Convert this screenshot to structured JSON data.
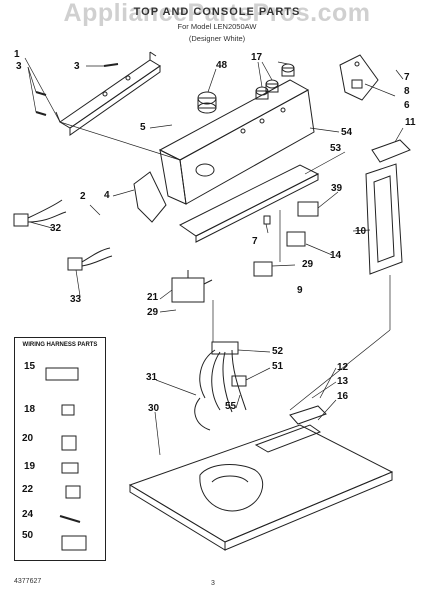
{
  "header": {
    "watermark": "AppliancePartsPros.com",
    "title": "TOP AND CONSOLE PARTS",
    "subtitle_model": "For Model LEN2050AW",
    "subtitle_design": "(Designer White)"
  },
  "harness_box": {
    "title": "WIRING HARNESS PARTS",
    "callouts": [
      "15",
      "18",
      "20",
      "19",
      "22",
      "24",
      "50"
    ]
  },
  "callouts": [
    "1",
    "3",
    "3",
    "48",
    "17",
    "7",
    "8",
    "6",
    "5",
    "54",
    "11",
    "53",
    "4",
    "39",
    "2",
    "32",
    "14",
    "10",
    "7",
    "29",
    "9",
    "33",
    "21",
    "29",
    "52",
    "51",
    "31",
    "55",
    "12",
    "13",
    "16",
    "30"
  ],
  "footer": {
    "part_number": "4377627",
    "page_number": "3"
  }
}
